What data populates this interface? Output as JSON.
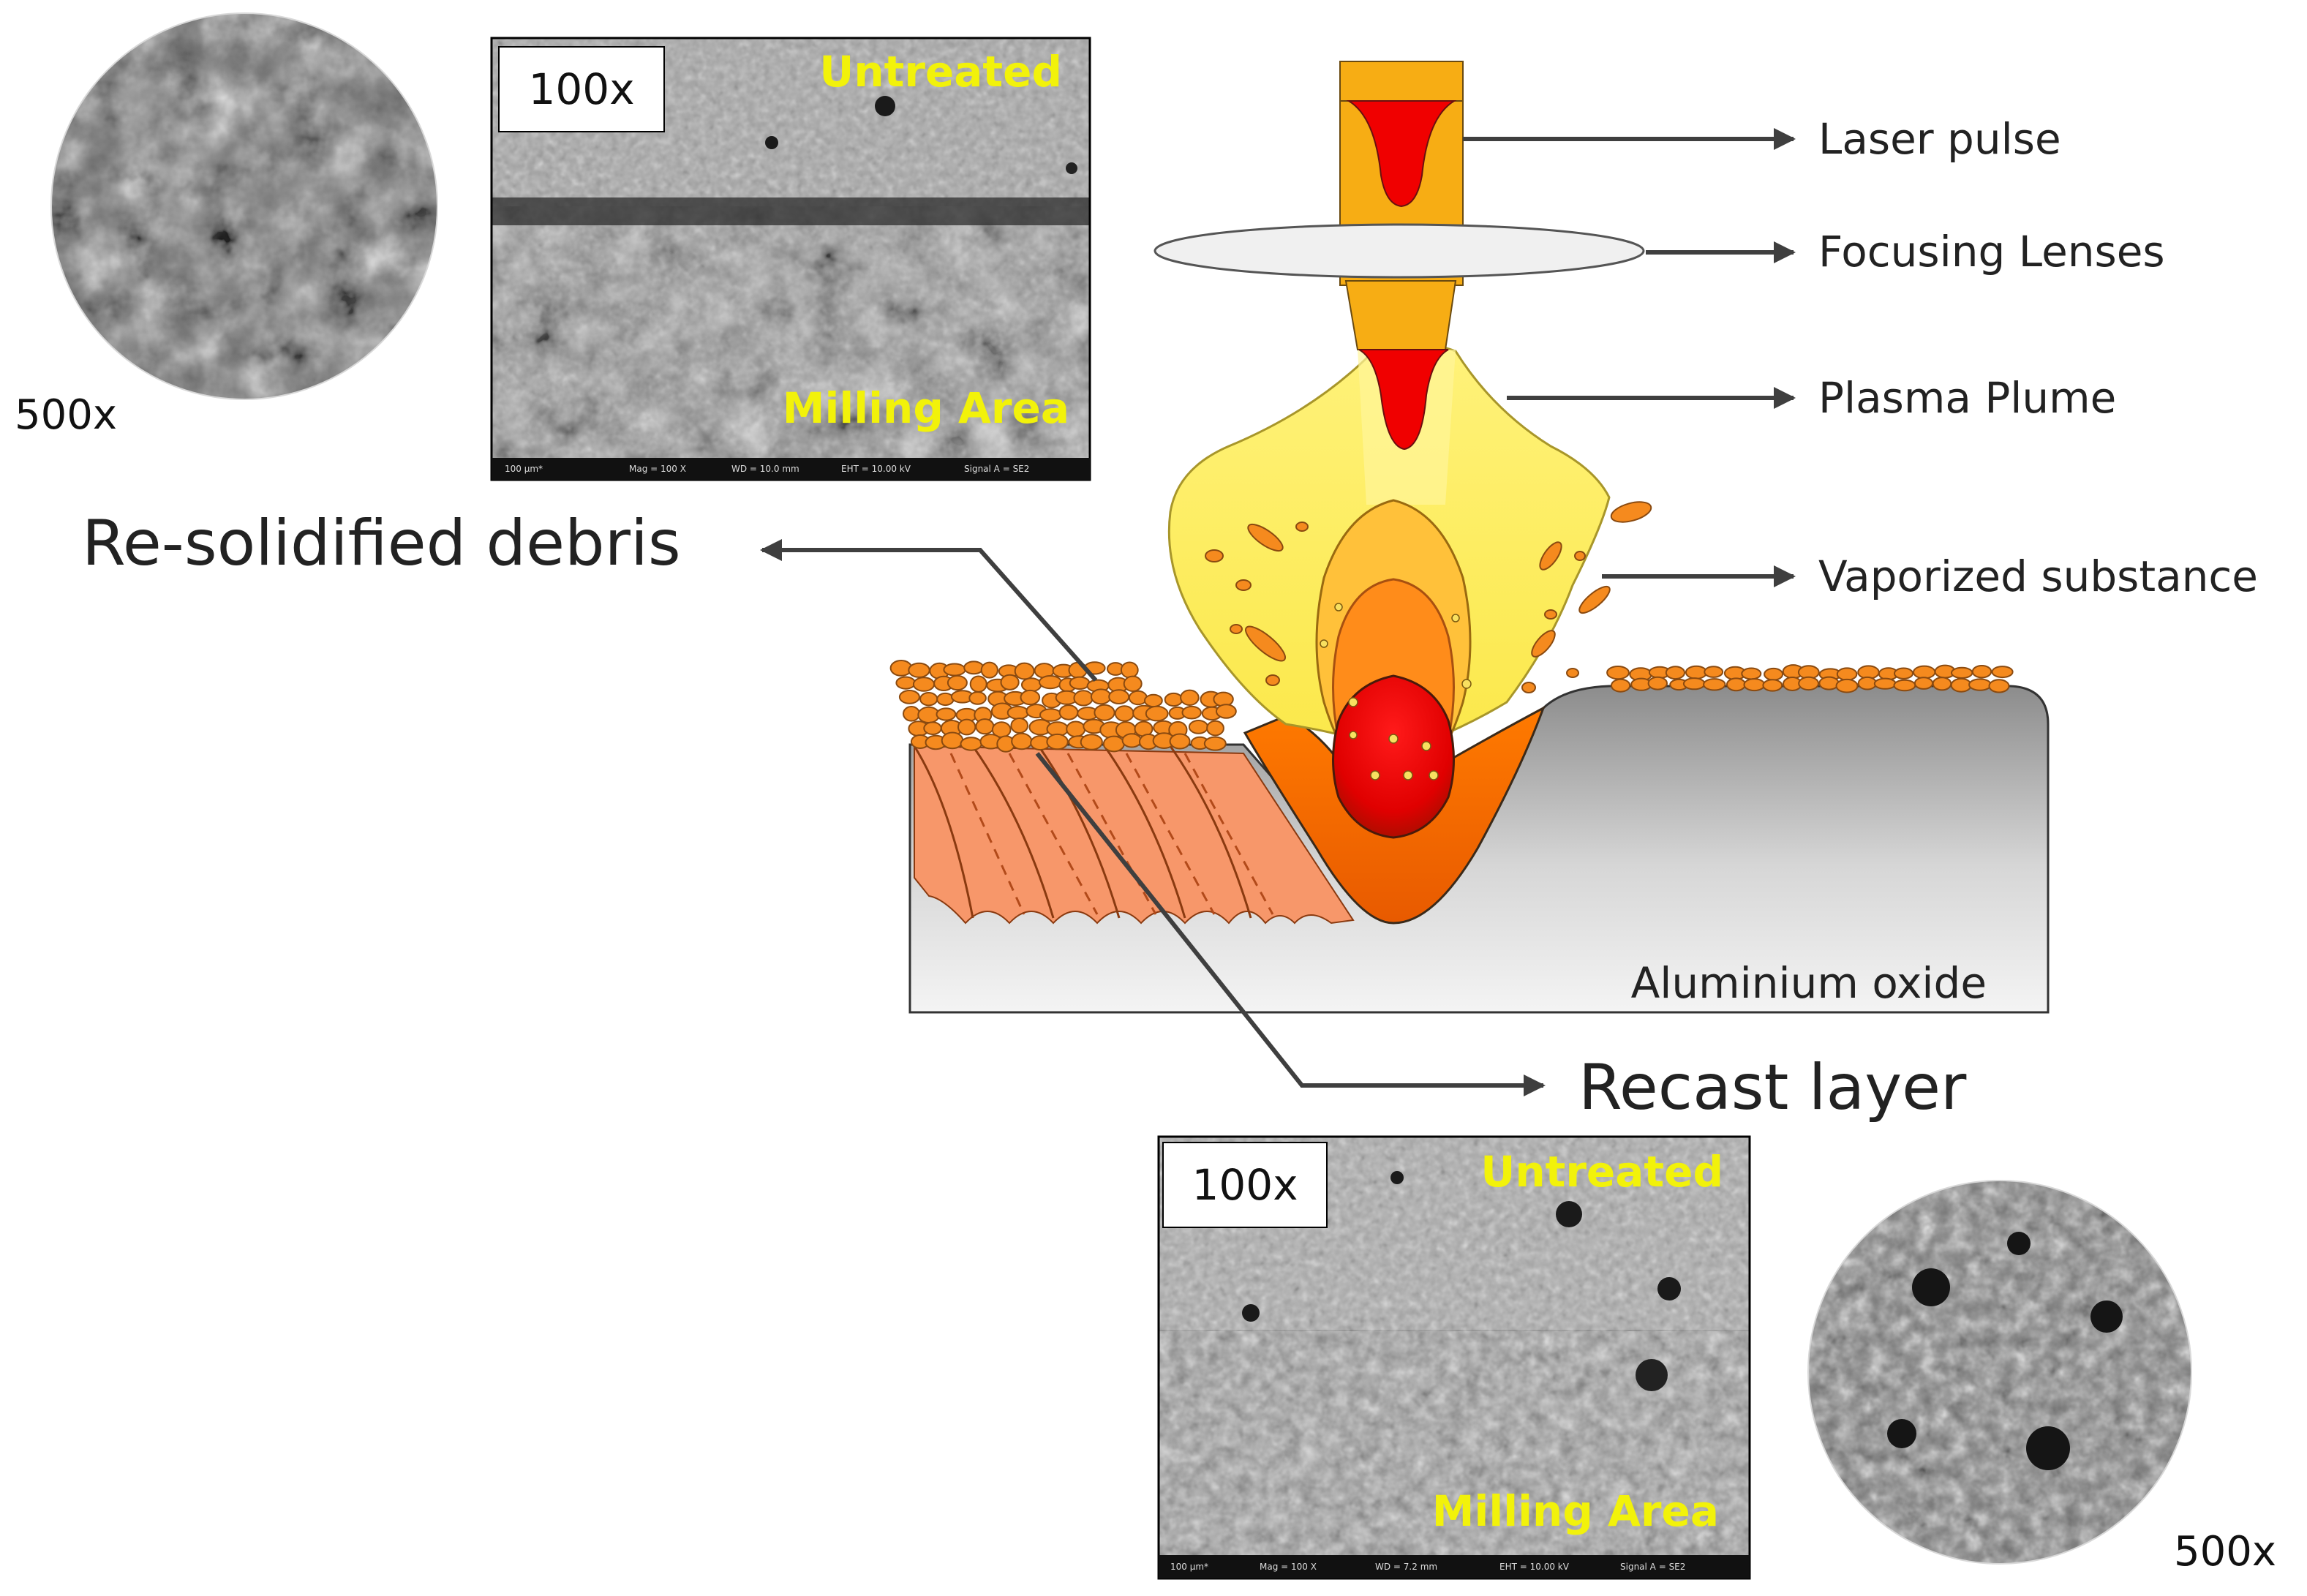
{
  "labels": {
    "laser_pulse": "Laser pulse",
    "focusing_lenses": "Focusing Lenses",
    "plasma_plume": "Plasma Plume",
    "vaporized_substance": "Vaporized substance",
    "resolidified_debris": "Re-solidified debris",
    "recast_layer": "Recast layer",
    "aluminium_oxide": "Aluminium oxide"
  },
  "sem_top": {
    "magnification": "100x",
    "untreated": "Untreated",
    "milling_area": "Milling Area",
    "info_bar": {
      "scale": "100 µm*",
      "mag": "Mag = 100 X",
      "wd": "WD = 10.0 mm",
      "eht": "EHT = 10.00 kV",
      "signal": "Signal A = SE2"
    },
    "inset_magnification": "500x"
  },
  "sem_bottom": {
    "magnification": "100x",
    "untreated": "Untreated",
    "milling_area": "Milling Area",
    "info_bar": {
      "scale": "100 µm*",
      "mag": "Mag = 100 X",
      "wd": "WD = 7.2 mm",
      "eht": "EHT = 10.00 kV",
      "signal": "Signal A = SE2"
    },
    "inset_magnification": "500x"
  },
  "colors": {
    "laser_orange": "#f7ad14",
    "laser_red": "#f00000",
    "plume_yellow": "#fbf266",
    "debris_orange": "#f58a1e",
    "recast_salmon": "#f7976a",
    "substrate_gray": "#9a9a9a",
    "arrow": "#3f3f3f",
    "sem_text_yellow": "#f2f20a"
  }
}
